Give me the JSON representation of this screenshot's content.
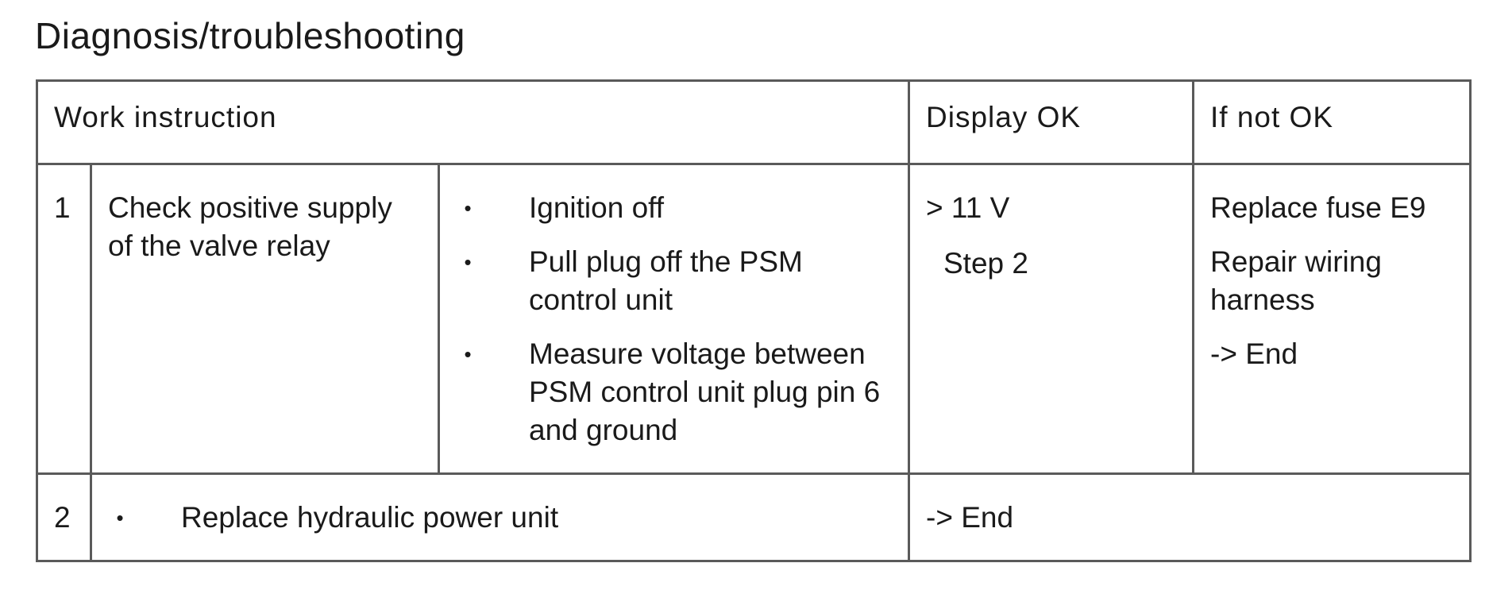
{
  "title": "Diagnosis/troubleshooting",
  "table": {
    "headers": {
      "work_instruction": "Work instruction",
      "display_ok": "Display OK",
      "if_not_ok": "If not OK"
    },
    "rows": [
      {
        "number": "1",
        "check": "Check positive supply of the valve relay",
        "steps": [
          "Ignition off",
          "Pull plug off the PSM control unit",
          "Measure voltage between PSM control unit plug pin 6 and ground"
        ],
        "display_ok": {
          "value": "> 11 V",
          "next": "Step 2"
        },
        "if_not_ok": [
          "Replace fuse E9",
          "Repair wiring harness",
          "-> End"
        ]
      },
      {
        "number": "2",
        "step": "Replace hydraulic power unit",
        "display_ok": "-> End"
      }
    ],
    "bullet_symbol": "•"
  }
}
